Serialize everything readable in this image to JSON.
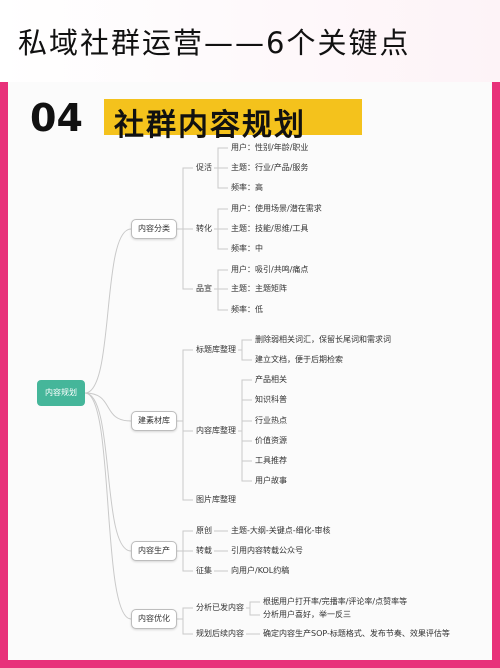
{
  "header": {
    "title": "私域社群运营——6个关键点"
  },
  "section": {
    "number": "04",
    "title": "社群内容规划"
  },
  "mindmap": {
    "root": "内容规划",
    "categories": [
      {
        "label": "内容分类",
        "children": [
          {
            "label": "促活",
            "leaves": [
              "用户：性别/年龄/职业",
              "主题：行业/产品/服务",
              "频率：高"
            ]
          },
          {
            "label": "转化",
            "leaves": [
              "用户：使用场景/潜在需求",
              "主题：技能/思维/工具",
              "频率：中"
            ]
          },
          {
            "label": "品宣",
            "leaves": [
              "用户：吸引/共鸣/痛点",
              "主题：主题矩阵",
              "频率：低"
            ]
          }
        ]
      },
      {
        "label": "建素材库",
        "children": [
          {
            "label": "标题库整理",
            "leaves": [
              "删除弱相关词汇，保留长尾词和需求词",
              "建立文档，便于后期检索"
            ]
          },
          {
            "label": "内容库整理",
            "leaves": [
              "产品相关",
              "知识科普",
              "行业热点",
              "价值资源",
              "工具推荐",
              "用户故事"
            ]
          },
          {
            "label": "图片库整理",
            "leaves": []
          }
        ]
      },
      {
        "label": "内容生产",
        "children": [
          {
            "label": "原创",
            "leaves": [
              "主题-大纲-关键点-细化-审核"
            ]
          },
          {
            "label": "转载",
            "leaves": [
              "引用内容转载公众号"
            ]
          },
          {
            "label": "征集",
            "leaves": [
              "向用户/KOL约稿"
            ]
          }
        ]
      },
      {
        "label": "内容优化",
        "children": [
          {
            "label": "分析已发内容",
            "leaves": [
              "根据用户打开率/完播率/评论率/点赞率等",
              "分析用户喜好，举一反三"
            ]
          },
          {
            "label": "规划后续内容",
            "leaves": [
              "确定内容生产SOP-标题格式、发布节奏、效果评估等"
            ]
          }
        ]
      }
    ]
  }
}
